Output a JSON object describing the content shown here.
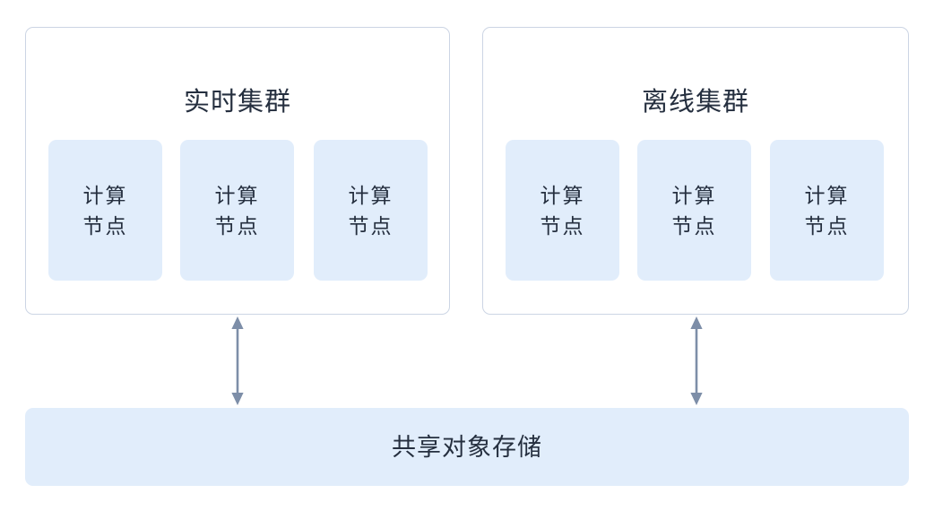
{
  "diagram": {
    "title_hidden": "",
    "background_color": "#ffffff",
    "clusters": [
      {
        "id": "realtime",
        "title": "实时集群",
        "border_color": "#ccd5e4",
        "fill_color": "#ffffff",
        "nodes": [
          {
            "line1": "计算",
            "line2": "节点"
          },
          {
            "line1": "计算",
            "line2": "节点"
          },
          {
            "line1": "计算",
            "line2": "节点"
          }
        ]
      },
      {
        "id": "offline",
        "title": "离线集群",
        "border_color": "#ccd5e4",
        "fill_color": "#ffffff",
        "nodes": [
          {
            "line1": "计算",
            "line2": "节点"
          },
          {
            "line1": "计算",
            "line2": "节点"
          },
          {
            "line1": "计算",
            "line2": "节点"
          }
        ]
      }
    ],
    "connectors": [
      {
        "id": "realtime-to-storage",
        "style": "double-headed-vertical-arrow",
        "color": "#7d8ea8"
      },
      {
        "id": "offline-to-storage",
        "style": "double-headed-vertical-arrow",
        "color": "#7d8ea8"
      }
    ],
    "storage": {
      "label": "共享对象存储",
      "fill_color": "#e1edfb",
      "text_color": "#252f3f"
    },
    "node_fill_color": "#e1edfb",
    "text_color": "#252f3f"
  }
}
